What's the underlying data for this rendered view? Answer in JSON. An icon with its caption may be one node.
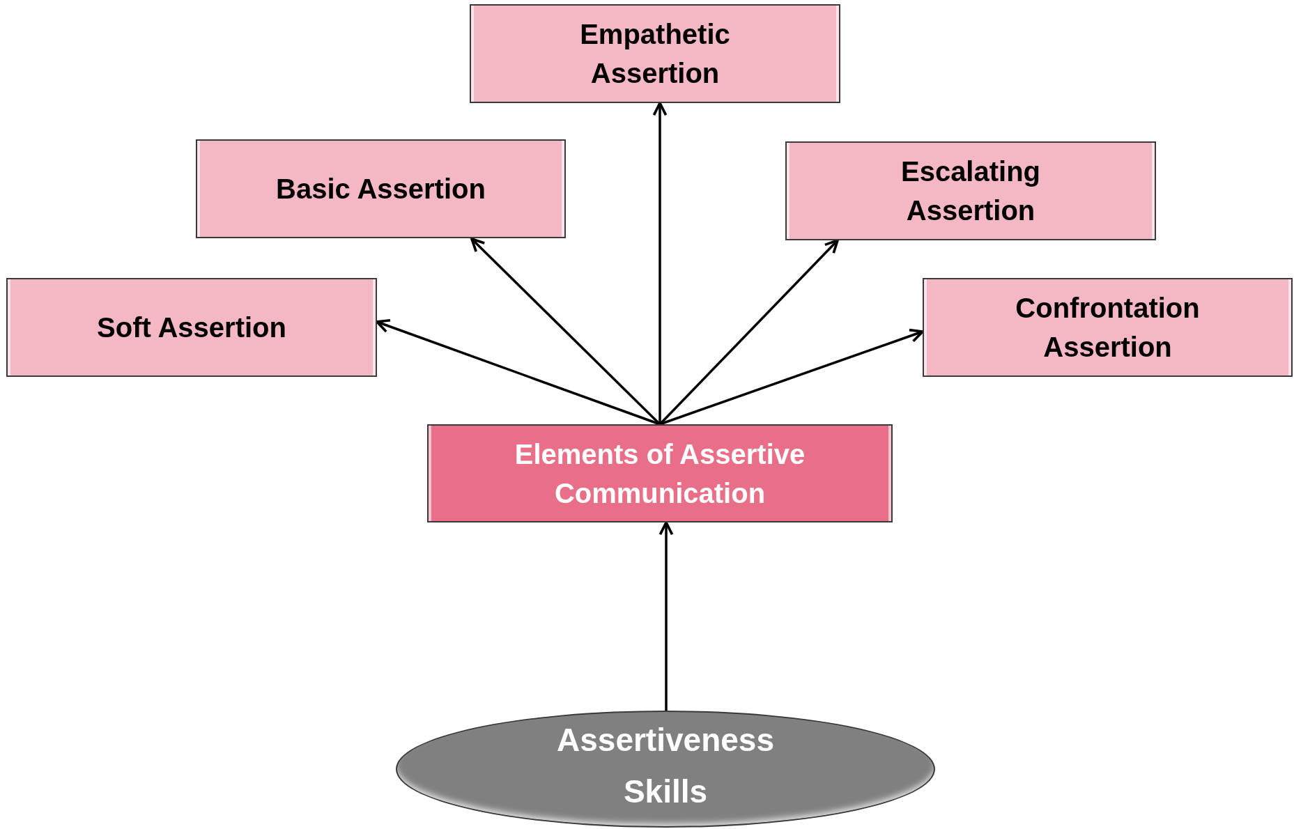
{
  "diagram": {
    "nodes": [
      {
        "text": [
          "Empathetic Assertion"
        ]
      },
      {
        "text": [
          "Basic Assertion"
        ]
      },
      {
        "text": [
          "Escalating Assertion"
        ]
      },
      {
        "text": [
          "Soft Assertion"
        ]
      },
      {
        "text": [
          "Confrontation Assertion"
        ]
      },
      {
        "text": [
          "Elements of Assertive Communication"
        ]
      },
      {
        "text": [
          "Assertiveness Skills"
        ]
      }
    ],
    "edges": [
      {
        "from": 5,
        "to": 3,
        "arrow": "to"
      },
      {
        "from": 5,
        "to": 1,
        "arrow": "to"
      },
      {
        "from": 5,
        "to": 0,
        "arrow": "to"
      },
      {
        "from": 5,
        "to": 2,
        "arrow": "to"
      },
      {
        "from": 5,
        "to": 4,
        "arrow": "to"
      },
      {
        "from": 6,
        "to": 5,
        "arrow": "to"
      }
    ]
  }
}
